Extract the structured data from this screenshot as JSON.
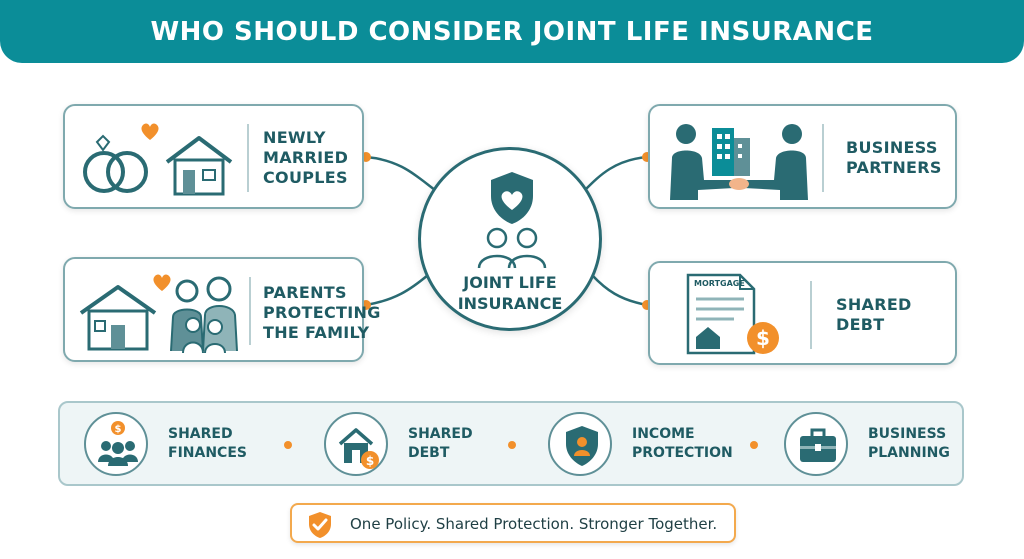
{
  "header": {
    "title": "WHO SHOULD CONSIDER JOINT LIFE INSURANCE"
  },
  "colors": {
    "teal": "#0b8d98",
    "dark_teal": "#1f5b63",
    "orange": "#f2902b"
  },
  "hub": {
    "lines": [
      "JOINT LIFE",
      "INSURANCE"
    ],
    "icons": [
      "shield-heart-icon",
      "two-people-icon"
    ]
  },
  "cards": {
    "newly_married": {
      "lines": [
        "NEWLY",
        "MARRIED",
        "COUPLES"
      ],
      "icons": [
        "wedding-rings-icon",
        "heart-icon",
        "house-icon"
      ]
    },
    "business_partners": {
      "lines": [
        "BUSINESS",
        "PARTNERS"
      ],
      "icons": [
        "handshake-businessmen-icon",
        "office-building-icon"
      ]
    },
    "parents": {
      "lines": [
        "PARENTS",
        "PROTECTING",
        "THE FAMILY"
      ],
      "icons": [
        "house-icon",
        "heart-icon",
        "family-icon"
      ]
    },
    "shared_debt": {
      "lines": [
        "SHARED",
        "DEBT"
      ],
      "icons": [
        "mortgage-document-icon",
        "dollar-coin-icon"
      ],
      "document_text": "MORTGAGE"
    }
  },
  "strip": {
    "items": [
      {
        "lines": [
          "SHARED",
          "FINANCES"
        ],
        "icon": "group-dollar-icon"
      },
      {
        "lines": [
          "SHARED",
          "DEBT"
        ],
        "icon": "house-dollar-icon"
      },
      {
        "lines": [
          "INCOME",
          "PROTECTION"
        ],
        "icon": "shield-person-icon"
      },
      {
        "lines": [
          "BUSINESS",
          "PLANNING"
        ],
        "icon": "briefcase-icon"
      }
    ]
  },
  "tagline": {
    "text": "One Policy. Shared Protection. Stronger Together.",
    "icon": "shield-check-icon"
  }
}
